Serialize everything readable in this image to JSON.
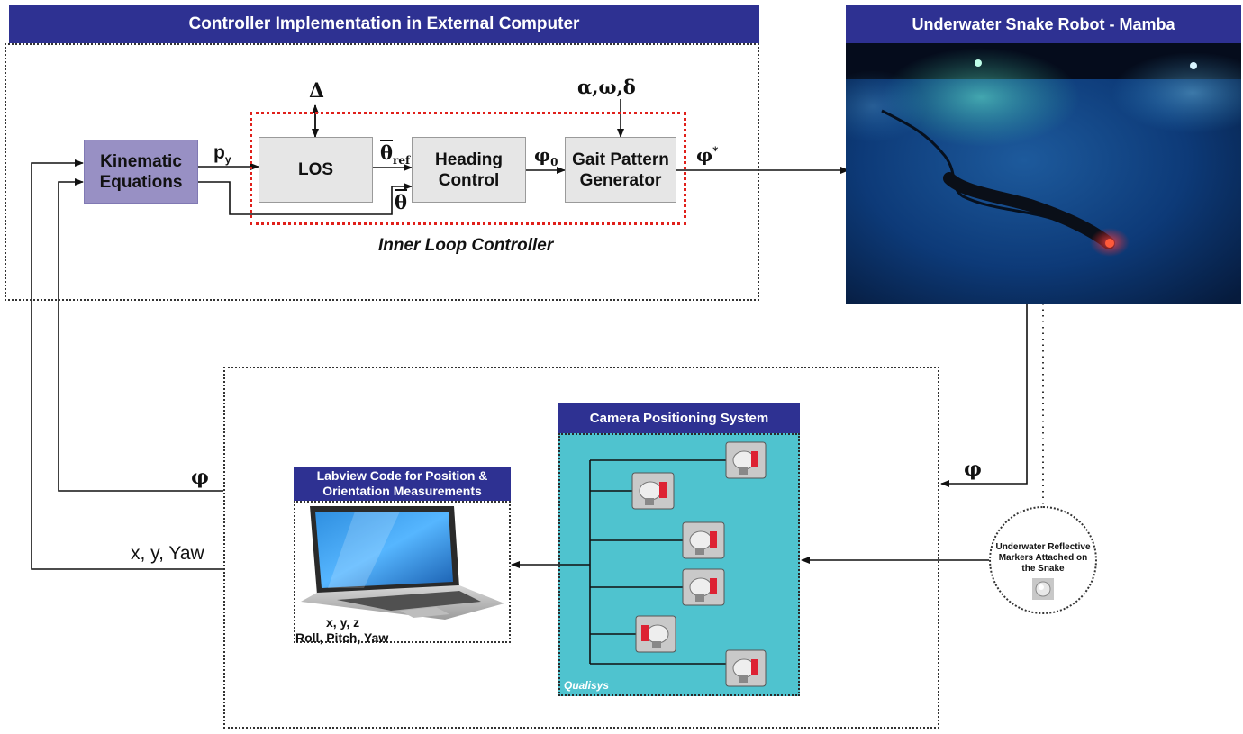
{
  "controller": {
    "title": "Controller Implementation in External Computer",
    "kinematic": "Kinematic\nEquations",
    "los": "LOS",
    "heading": "Heading\nControl",
    "gait": "Gait Pattern\nGenerator",
    "inner_loop": "Inner Loop Controller",
    "sym_py_base": "p",
    "sym_py_sub": "y",
    "sym_delta": "Δ",
    "sym_params": "α,ω,δ",
    "sym_theta_ref": "θ",
    "sym_theta_ref_sub": "ref",
    "sym_theta": "θ",
    "sym_phi0": "φ",
    "sym_phi0_sub": "0",
    "sym_phi_star": "φ",
    "sym_phi_star_sup": "*"
  },
  "robot": {
    "title": "Underwater Snake Robot - Mamba"
  },
  "feedback": {
    "phi_label": "φ",
    "xyyaw_label": "x, y, Yaw",
    "phi_right": "φ"
  },
  "labview": {
    "title": "Labview Code for Position &\nOrientation Measurements",
    "readout1": "x, y, z",
    "readout2": "Roll, Pitch, Yaw"
  },
  "camera": {
    "title": "Camera Positioning System",
    "brand": "Qualisys"
  },
  "markers": {
    "text": "Underwater Reflective\nMarkers Attached on\nthe Snake"
  },
  "colors": {
    "header_bg": "#2e3192",
    "kinematic_bg": "#9890c4",
    "block_bg": "#e6e6e6",
    "inner_loop_border": "#e0201b",
    "camera_bg": "#4fc3cf"
  }
}
